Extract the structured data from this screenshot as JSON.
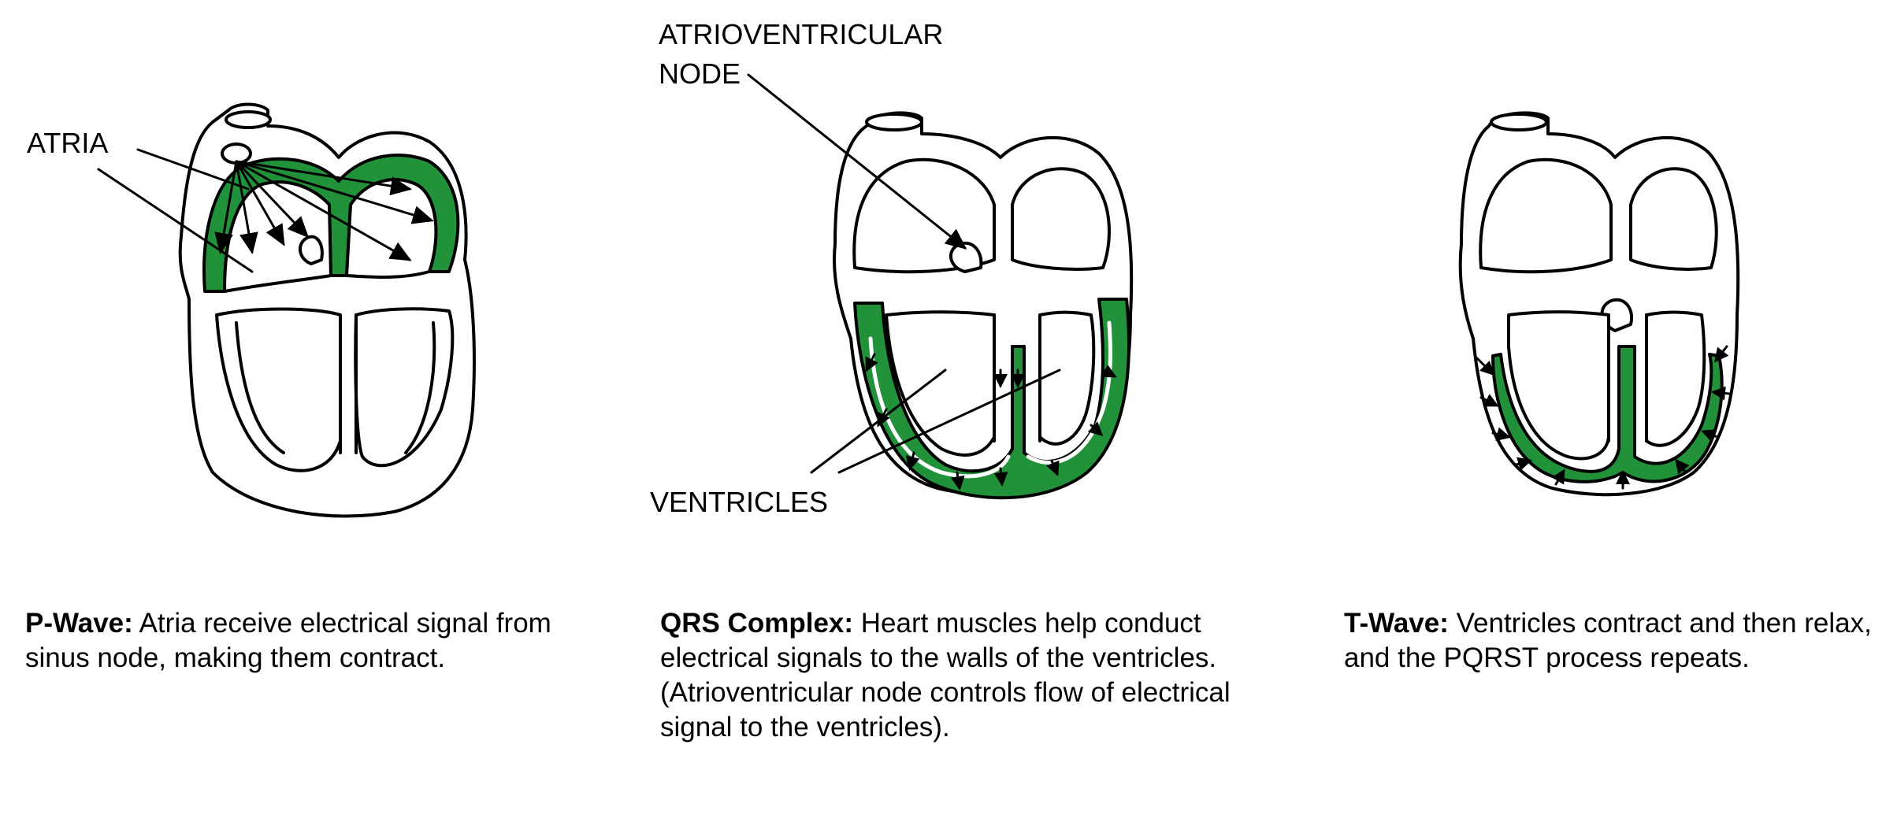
{
  "labels": {
    "atria": "ATRIA",
    "av_node_line1": "ATRIOVENTRICULAR",
    "av_node_line2": "NODE",
    "ventricles": "VENTRICLES"
  },
  "captions": [
    {
      "title": "P-Wave:",
      "text": " Atria receive electrical signal from sinus node, making them contract."
    },
    {
      "title": "QRS Complex:",
      "text": " Heart muscles help conduct electrical signals to the walls of the ventricles. (Atrioventricular node controls flow of electrical signal to the ventricles)."
    },
    {
      "title": "T-Wave:",
      "text": " Ventricles contract and then relax, and the PQRST process repeats."
    }
  ],
  "colors": {
    "highlight": "#22923a",
    "outline": "#000000"
  }
}
